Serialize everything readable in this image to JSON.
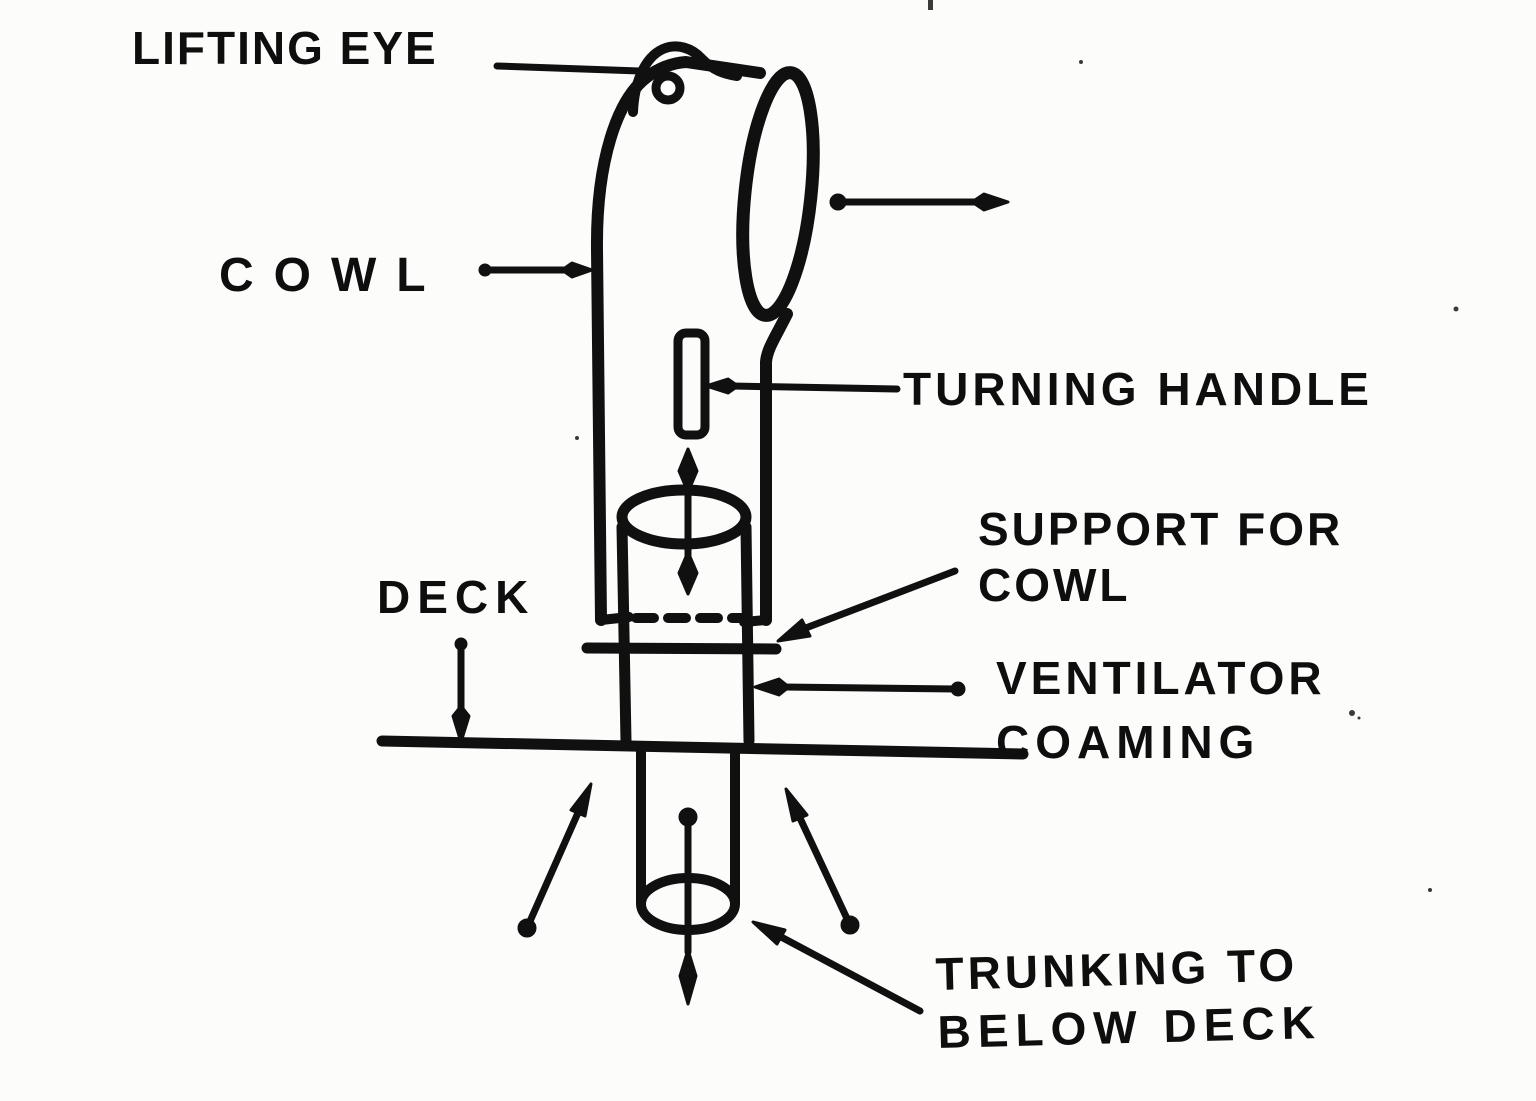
{
  "figure": {
    "type": "scanned-line-diagram",
    "colors": {
      "ink": "#101010",
      "background": "#fcfcfb"
    },
    "parts": [
      "cowl",
      "lifting-eye",
      "cowl-mouth-opening",
      "turning-handle",
      "support-for-cowl",
      "ventilator-coaming",
      "deck",
      "trunking-below-deck",
      "airflow-arrows"
    ]
  },
  "labels": {
    "lifting_eye": "LIFTING EYE",
    "cowl": "COWL",
    "turning_handle": "TURNING HANDLE",
    "support_for_cowl_line1": "SUPPORT FOR",
    "support_for_cowl_line2": "COWL",
    "deck": "DECK",
    "ventilator_coaming_line1": "VENTILATOR",
    "ventilator_coaming_line2": "COAMING",
    "trunking_line1": "TRUNKING TO",
    "trunking_line2": "BELOW DECK"
  }
}
